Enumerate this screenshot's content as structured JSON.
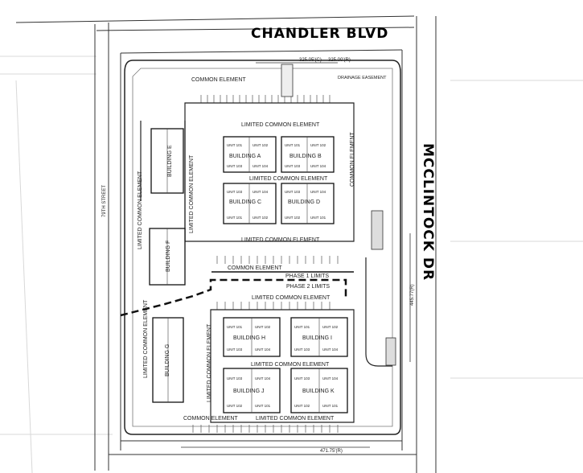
{
  "streets": {
    "north": "CHANDLER BLVD",
    "east": "MCCLINTOCK DR",
    "west": "79TH STREET"
  },
  "dimensions": {
    "top_a": "325.05'(C)",
    "top_b": "325.00'(R)",
    "bottom": "471.75'(R)",
    "east_a": "445.77(R)"
  },
  "areas": {
    "common_top": "COMMON ELEMENT",
    "common_mid": "COMMON ELEMENT",
    "common_bottom": "COMMON ELEMENT",
    "common_right": "COMMON ELEMENT",
    "lce_top": "LIMITED COMMON ELEMENT",
    "lce_mid1": "LIMITED COMMON ELEMENT",
    "lce_mid2": "LIMITED COMMON ELEMENT",
    "lce_mid3": "LIMITED COMMON ELEMENT",
    "lce_low1": "LIMITED COMMON ELEMENT",
    "lce_low2": "LIMITED COMMON ELEMENT",
    "lce_low3": "LIMITED COMMON ELEMENT",
    "lce_left1": "LIMITED COMMON ELEMENT",
    "lce_left2": "LIMITED COMMON ELEMENT",
    "lce_left3": "LIMITED COMMON ELEMENT",
    "phase1": "PHASE 1 LIMITS",
    "phase2": "PHASE 2 LIMITS",
    "drainage": "DRAINAGE EASEMENT"
  },
  "buildings": {
    "a": "BUILDING A",
    "b": "BUILDING B",
    "c": "BUILDING C",
    "d": "BUILDING D",
    "e": "BUILDING E",
    "f": "BUILDING F",
    "g": "BUILDING G",
    "h": "BUILDING H",
    "i": "BUILDING I",
    "j": "BUILDING J",
    "k": "BUILDING K"
  },
  "units": {
    "u101": "UNIT 101",
    "u102": "UNIT 102",
    "u103": "UNIT 103",
    "u104": "UNIT 104"
  }
}
